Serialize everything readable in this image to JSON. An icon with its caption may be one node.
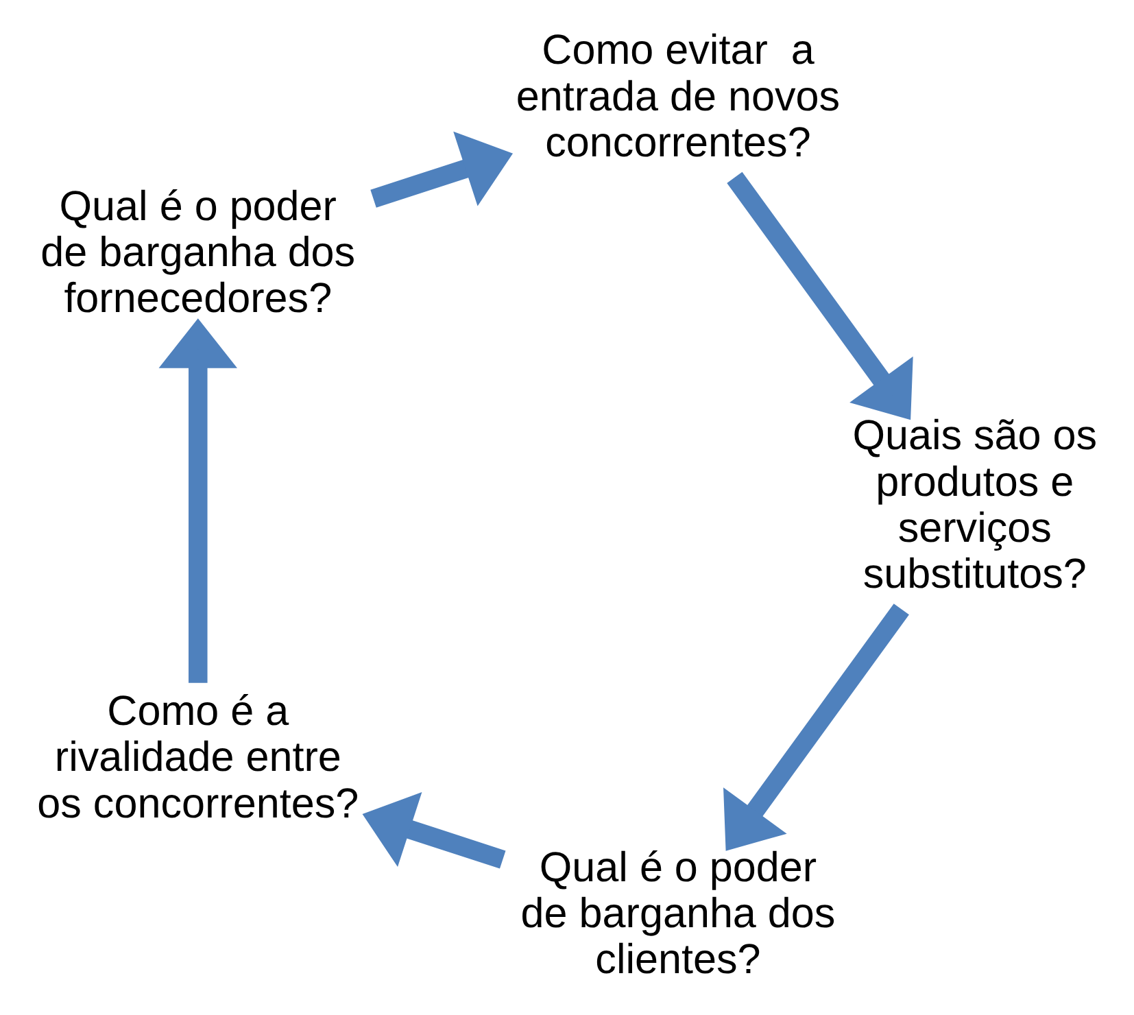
{
  "diagram": {
    "nodes": [
      {
        "text": [
          "Qual é o poder de barganha dos clientes?"
        ]
      },
      {
        "text": [
          "Como é a rivalidade entre os concorrentes?"
        ]
      },
      {
        "text": [
          "Qual é o poder de barganha dos fornecedores?"
        ]
      },
      {
        "text": [
          "Como evitar  a entrada de novos concorrentes?"
        ]
      },
      {
        "text": [
          "Quais são os produtos e serviços substitutos?"
        ]
      }
    ],
    "edges": [
      {
        "from": 0,
        "to": 1,
        "arrow": "to"
      },
      {
        "from": 1,
        "to": 2,
        "arrow": "to"
      },
      {
        "from": 2,
        "to": 3,
        "arrow": "to"
      },
      {
        "from": 3,
        "to": 4,
        "arrow": "to"
      },
      {
        "from": 4,
        "to": 0,
        "arrow": "to"
      }
    ]
  }
}
